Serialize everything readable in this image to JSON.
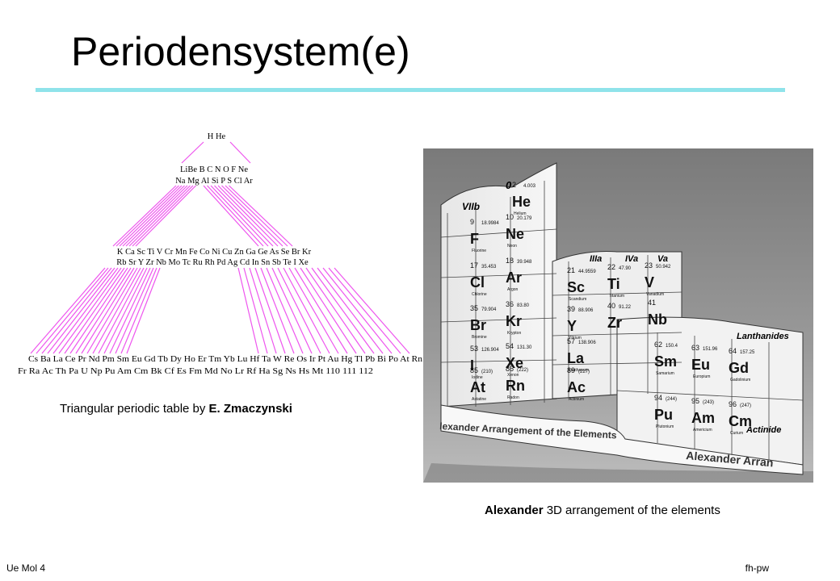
{
  "slide": {
    "title": "Periodensystem(e)",
    "accent_color": "#8fe3ea"
  },
  "triangle_table": {
    "rows": [
      "H He",
      "LiBe B C N O F Ne",
      "Na Mg    Al Si P S Cl Ar",
      "K  Ca Sc  Ti V Cr Mn Fe Co Ni Cu Zn Ga Ge As Se Br Kr",
      "Rb Sr  Y    Zr Nb Mo Tc Ru Rh Pd Ag Cd In Sn Sb Te  I Xe",
      "Cs Ba La  Ce Pr Nd Pm Sm Eu Gd Tb Dy Ho Er Tm Yb Lu Hf Ta  W  Re  Os  Ir  Pt  Au Hg Tl Pb Bi Po At Rn",
      "Fr Ra Ac    Th Pa  U Np Pu Am Cm Bk Cf Es Fm Md No Lr Rf Ha Sg Ns Hs Mt 110 111 112"
    ],
    "line_color": "#ee55ee",
    "caption_text": "Triangular periodic table by ",
    "caption_author": "E. Zmaczynski"
  },
  "alexander": {
    "labels": {
      "group_vii": "VIIb",
      "group_0": "0",
      "group_iiia": "IIIa",
      "group_iva": "IVa",
      "group_va": "Va",
      "lanthanides": "Lanthanides",
      "actinides": "Actinide",
      "band_text_1": "lexander Arrangement of the Elements",
      "band_text_2": "Alexander Arran"
    },
    "cells": [
      {
        "num": "2",
        "sym": "He",
        "name": "Helium",
        "mass": "4.003"
      },
      {
        "num": "9",
        "sym": "F",
        "name": "Fluorine",
        "mass": "18.9984"
      },
      {
        "num": "10",
        "sym": "Ne",
        "name": "Neon",
        "mass": "20.179"
      },
      {
        "num": "17",
        "sym": "Cl",
        "name": "Chlorine",
        "mass": "35.453"
      },
      {
        "num": "18",
        "sym": "Ar",
        "name": "Argon",
        "mass": "39.948"
      },
      {
        "num": "35",
        "sym": "Br",
        "name": "Bromine",
        "mass": "79.904"
      },
      {
        "num": "36",
        "sym": "Kr",
        "name": "Krypton",
        "mass": "83.80"
      },
      {
        "num": "53",
        "sym": "I",
        "name": "Iodine",
        "mass": "126.904"
      },
      {
        "num": "54",
        "sym": "Xe",
        "name": "Xenon",
        "mass": "131.30"
      },
      {
        "num": "85",
        "sym": "At",
        "name": "Astatine",
        "mass": "(210)"
      },
      {
        "num": "86",
        "sym": "Rn",
        "name": "Radon",
        "mass": "(222)"
      },
      {
        "num": "21",
        "sym": "Sc",
        "name": "Scandium",
        "mass": "44.9559"
      },
      {
        "num": "22",
        "sym": "Ti",
        "name": "Titanium",
        "mass": "47.90"
      },
      {
        "num": "23",
        "sym": "V",
        "name": "Vanadium",
        "mass": "50.942"
      },
      {
        "num": "39",
        "sym": "Y",
        "name": "Yttrium",
        "mass": "88.906"
      },
      {
        "num": "40",
        "sym": "Zr",
        "name": "",
        "mass": "91.22"
      },
      {
        "num": "41",
        "sym": "Nb",
        "name": "",
        "mass": ""
      },
      {
        "num": "57",
        "sym": "La",
        "name": "Lanthanum",
        "mass": "138.906"
      },
      {
        "num": "89",
        "sym": "Ac",
        "name": "Actinium",
        "mass": "(227)"
      },
      {
        "num": "62",
        "sym": "Sm",
        "name": "Samarium",
        "mass": "150.4"
      },
      {
        "num": "63",
        "sym": "Eu",
        "name": "Europium",
        "mass": "151.96"
      },
      {
        "num": "64",
        "sym": "Gd",
        "name": "Gadolinium",
        "mass": "157.25"
      },
      {
        "num": "94",
        "sym": "Pu",
        "name": "Plutonium",
        "mass": "(244)"
      },
      {
        "num": "95",
        "sym": "Am",
        "name": "Americium",
        "mass": "(243)"
      },
      {
        "num": "96",
        "sym": "Cm",
        "name": "Curium",
        "mass": "(247)"
      }
    ],
    "caption_author": "Alexander",
    "caption_text": " 3D arrangement of the elements"
  },
  "footer": {
    "left": "Ue Mol 4",
    "right": "fh-pw"
  }
}
